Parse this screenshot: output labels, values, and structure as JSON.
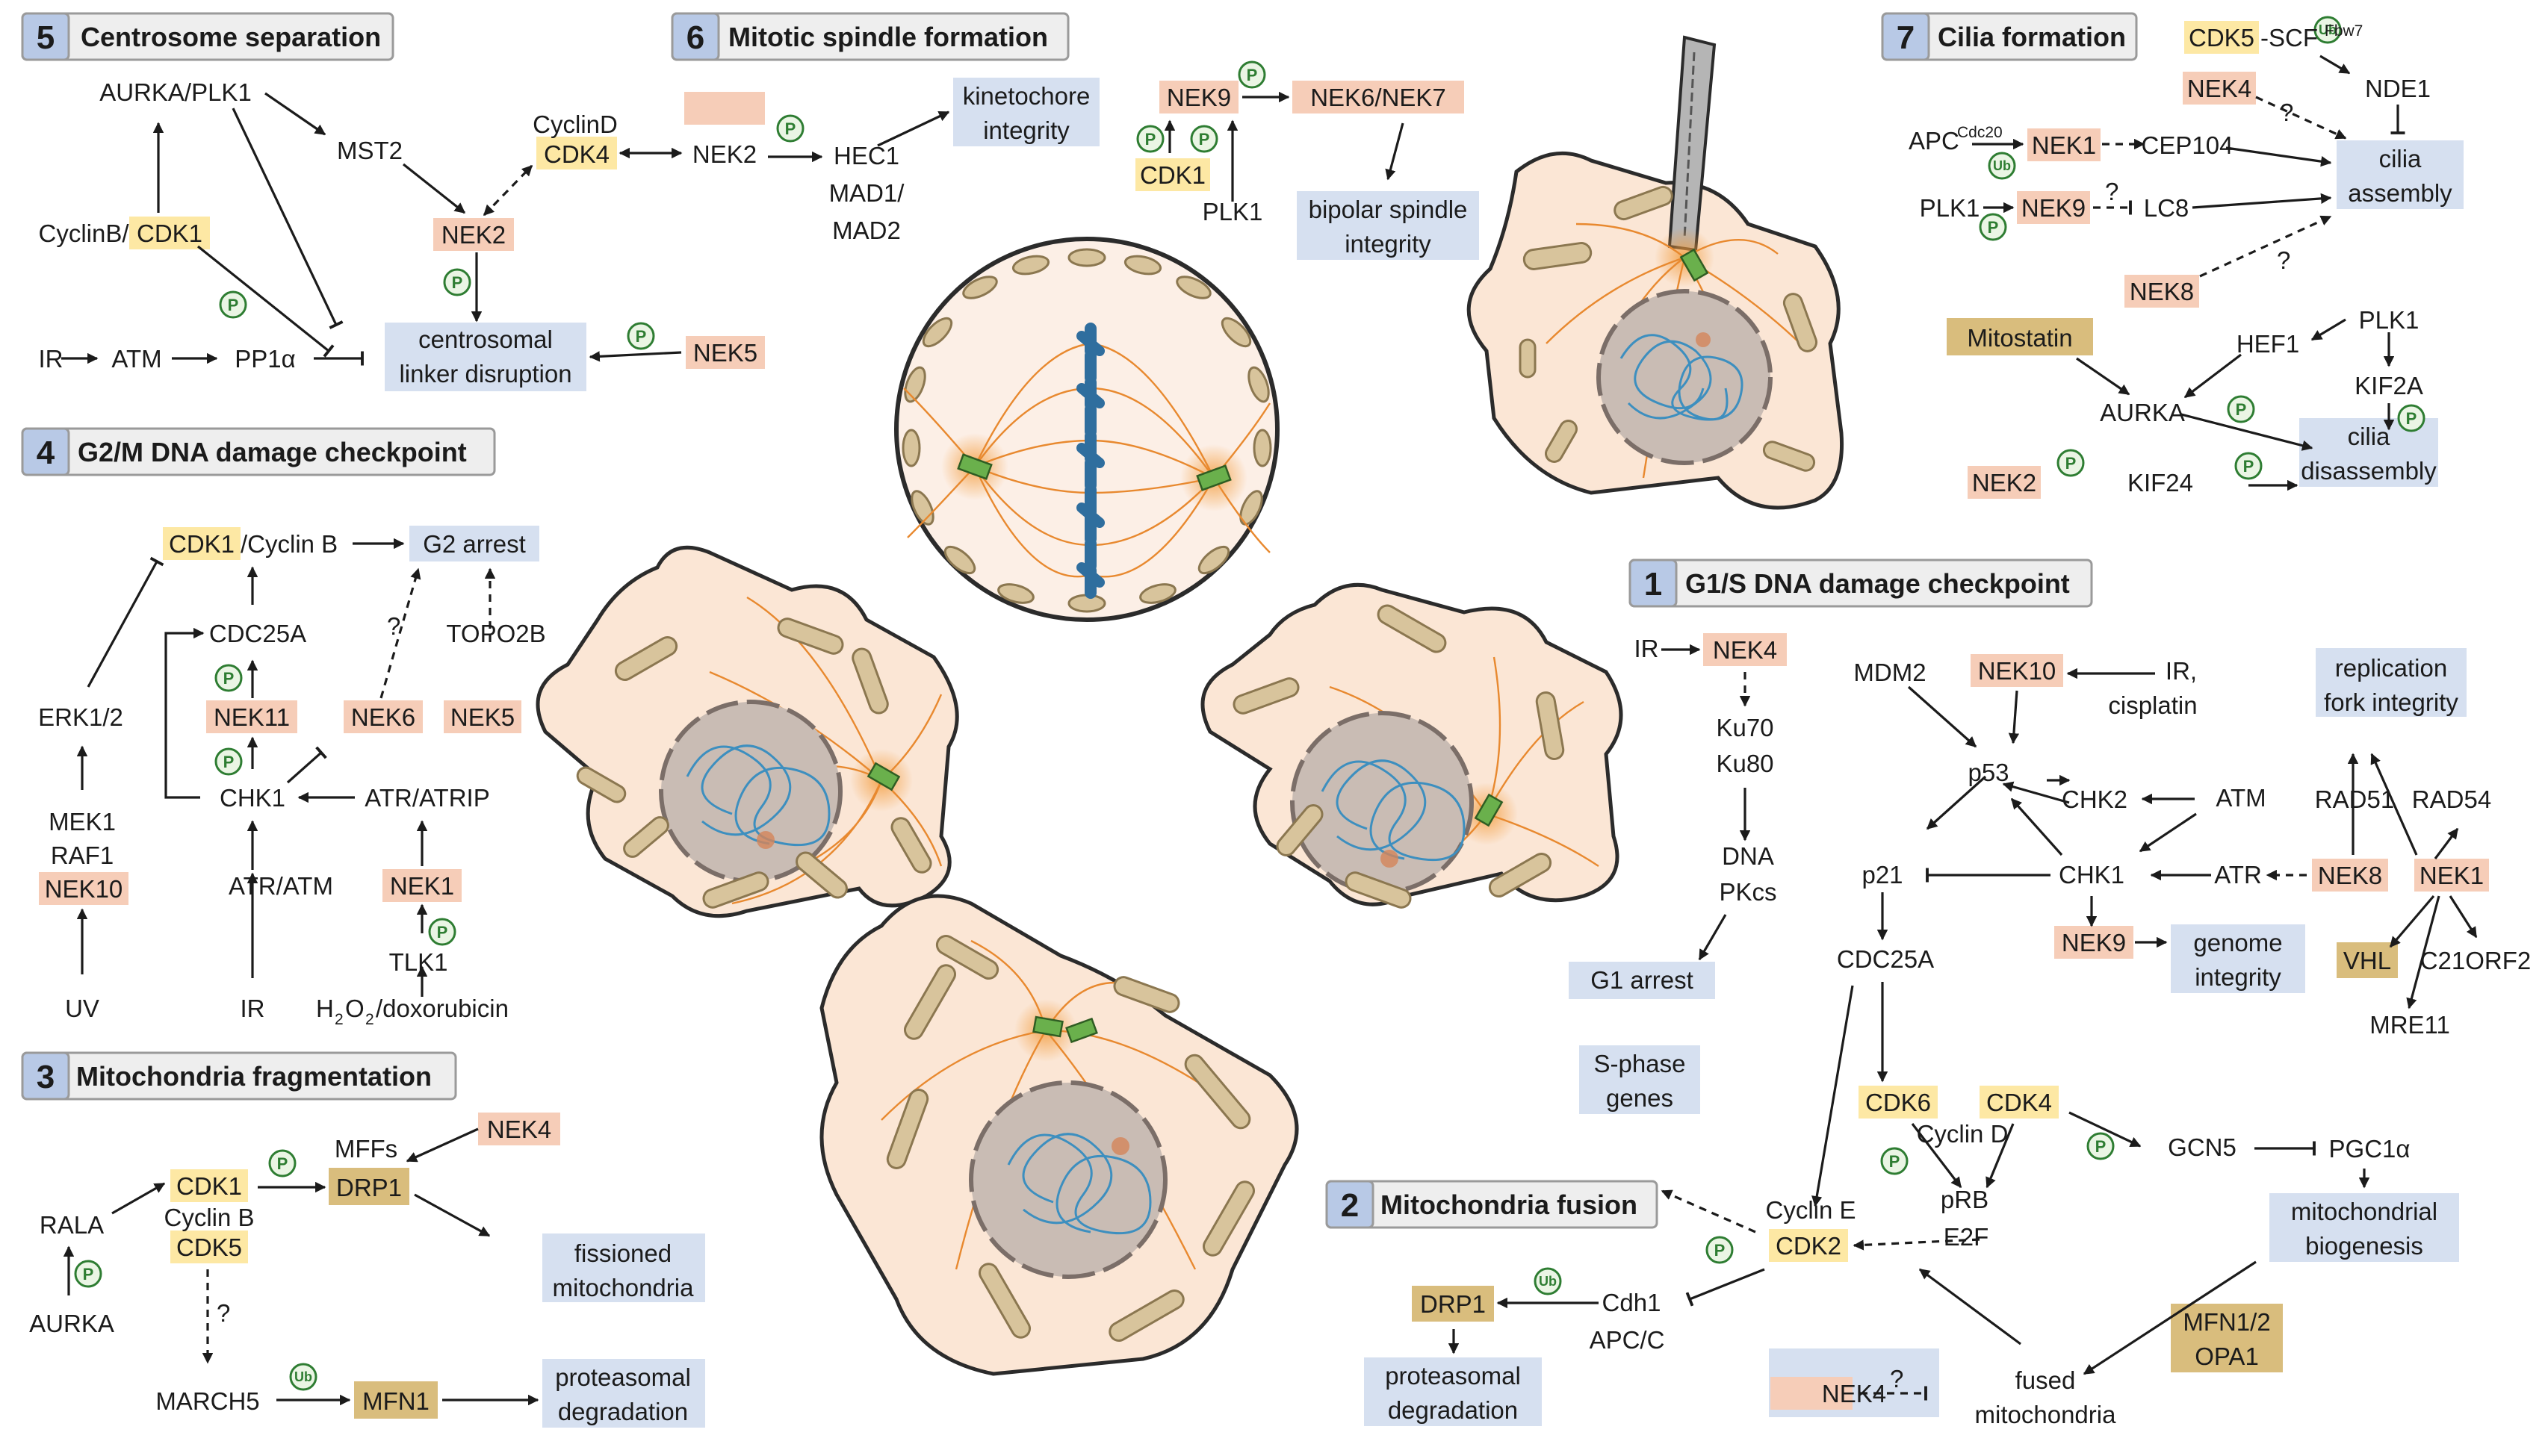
{
  "colors": {
    "nek": "#f6cdb8",
    "cdk": "#fde8a4",
    "mito_protein": "#d9bd7d",
    "outcome": "#d6e0f0",
    "header_box": "#eeeeee",
    "number_box": "#b8c9e6",
    "phospho": "#2e7d32"
  },
  "icons": [
    "phosphorylation-icon",
    "ubiquitination-icon",
    "cell-icon",
    "centrosome-icon",
    "mitochondrion-icon"
  ],
  "sections": [
    {
      "num": "5",
      "title": "Centrosome separation"
    },
    {
      "num": "6",
      "title": "Mitotic spindle formation"
    },
    {
      "num": "7",
      "title": "Cilia formation"
    },
    {
      "num": "4",
      "title": "G2/M DNA damage checkpoint"
    },
    {
      "num": "1",
      "title": "G1/S DNA damage checkpoint"
    },
    {
      "num": "3",
      "title": "Mitochondria fragmentation"
    },
    {
      "num": "2",
      "title": "Mitochondria fusion"
    }
  ],
  "symbols": {
    "phospho": "P",
    "ubiquitin": "Ub",
    "question": "?"
  },
  "nodes": {
    "aurka_plk1": "AURKA/PLK1",
    "mst2": "MST2",
    "cyclinb": "CyclinB/",
    "cdk1": "CDK1",
    "ir": "IR",
    "atm": "ATM",
    "pp1a": "PP1α",
    "cyclind": "CyclinD",
    "cdk4": "CDK4",
    "nek2": "NEK2",
    "hec1": "HEC1",
    "mad1": "MAD1/",
    "mad2": "MAD2",
    "kinetochore_1": "kinetochore",
    "kinetochore_2": "integrity",
    "centrosomal_1": "centrosomal",
    "centrosomal_2": "linker disruption",
    "nek5": "NEK5",
    "nek9": "NEK9",
    "nek6_nek7": "NEK6/NEK7",
    "plk1": "PLK1",
    "bipolar_1": "bipolar spindle",
    "bipolar_2": "integrity",
    "cdk5_scf": "CDK5",
    "scf": "-SCF",
    "fbw7": "Fbw7",
    "nde1": "NDE1",
    "nek4": "NEK4",
    "apc": "APC",
    "cdc20": "Cdc20",
    "nek1": "NEK1",
    "cep104": "CEP104",
    "cilia_assembly_1": "cilia",
    "cilia_assembly_2": "assembly",
    "lc8": "LC8",
    "nek8": "NEK8",
    "mitostatin": "Mitostatin",
    "hef1": "HEF1",
    "kif2a": "KIF2A",
    "aurka": "AURKA",
    "cilia_dis_1": "cilia",
    "cilia_dis_2": "disassembly",
    "kif24": "KIF24",
    "cdk1_cyclinb": "/Cyclin B",
    "g2_arrest": "G2 arrest",
    "cdc25a": "CDC25A",
    "topo2b": "TOPO2B",
    "erk": "ERK1/2",
    "nek11": "NEK11",
    "nek6": "NEK6",
    "chk1": "CHK1",
    "atr_atrip": "ATR/ATRIP",
    "mek1": "MEK1",
    "raf1": "RAF1",
    "nek10": "NEK10",
    "atr_atm": "ATR/ATM",
    "tlk1": "TLK1",
    "uv": "UV",
    "h2o2": "H",
    "h2o2_b": "O",
    "h2o2_c": "/doxorubicin",
    "sub2": "2",
    "ku70": "Ku70",
    "ku80": "Ku80",
    "dna": "DNA",
    "pkcs": "PKcs",
    "g1_arrest": "G1 arrest",
    "mdm2": "MDM2",
    "ir_cisplatin_1": "IR,",
    "ir_cisplatin_2": "cisplatin",
    "replication_1": "replication",
    "replication_2": "fork integrity",
    "p53": "p53",
    "chk2": "CHK2",
    "rad51": "RAD51",
    "rad54": "RAD54",
    "p21": "p21",
    "atr": "ATR",
    "genome_1": "genome",
    "genome_2": "integrity",
    "vhl": "VHL",
    "c21orf2": "C21ORF2",
    "mre11": "MRE11",
    "cdc25a_b": "CDC25A",
    "sphase_1": "S-phase",
    "sphase_2": "genes",
    "cdk6": "CDK6",
    "cyclin_d": "Cyclin D",
    "gcn5": "GCN5",
    "pgc1a": "PGC1α",
    "prb": "pRB",
    "e2f": "E2F",
    "cyclin_e": "Cyclin E",
    "cdk2": "CDK2",
    "mito_bio_1": "mitochondrial",
    "mito_bio_2": "biogenesis",
    "mfn12": "MFN1/2",
    "opa1": "OPA1",
    "drp1": "DRP1",
    "cdh1": "Cdh1",
    "apcc": "APC/C",
    "proteasomal_1": "proteasomal",
    "proteasomal_2": "degradation",
    "fused_1": "fused",
    "fused_2": "mitochondria",
    "mffs": "MFFs",
    "rala": "RALA",
    "cyclin_b3": "Cyclin B",
    "cdk5": "CDK5",
    "fissioned_1": "fissioned",
    "fissioned_2": "mitochondria",
    "march5": "MARCH5",
    "mfn1": "MFN1"
  }
}
